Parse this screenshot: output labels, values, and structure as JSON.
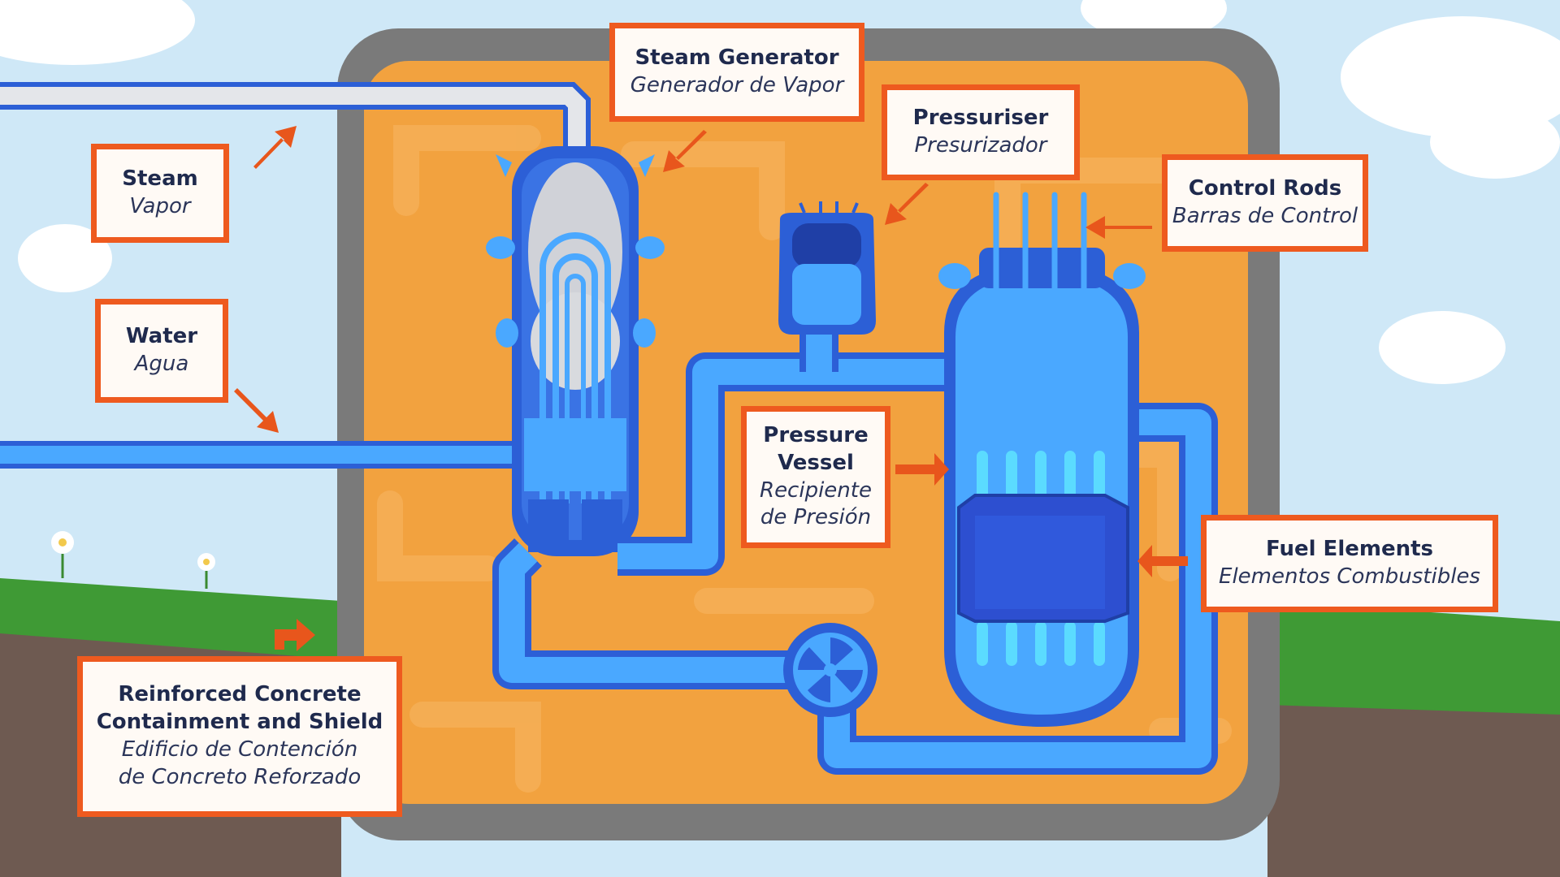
{
  "labels": {
    "steam_generator": {
      "en": "Steam Generator",
      "es": "Generador de Vapor"
    },
    "pressuriser": {
      "en": "Pressuriser",
      "es": "Presurizador"
    },
    "control_rods": {
      "en": "Control Rods",
      "es": "Barras de Control"
    },
    "steam": {
      "en": "Steam",
      "es": "Vapor"
    },
    "water": {
      "en": "Water",
      "es": "Agua"
    },
    "pressure_vessel": {
      "en1": "Pressure",
      "en2": "Vessel",
      "es1": "Recipiente",
      "es2": "de Presión"
    },
    "fuel_elements": {
      "en": "Fuel Elements",
      "es": "Elementos Combustibles"
    },
    "containment": {
      "en1": "Reinforced Concrete",
      "en2": "Containment and Shield",
      "es1": "Edificio de Contención",
      "es2": "de Concreto Reforzado"
    }
  },
  "colors": {
    "sky": "#cfe8f7",
    "grass": "#3f9a35",
    "ground": "#6e5a51",
    "containment_wall": "#7a7a7a",
    "interior": "#f2a23f",
    "water_blue": "#4aa8ff",
    "dark_blue": "#2c5fd6",
    "label_border": "#ee5a1f",
    "arrow": "#e8561c"
  }
}
